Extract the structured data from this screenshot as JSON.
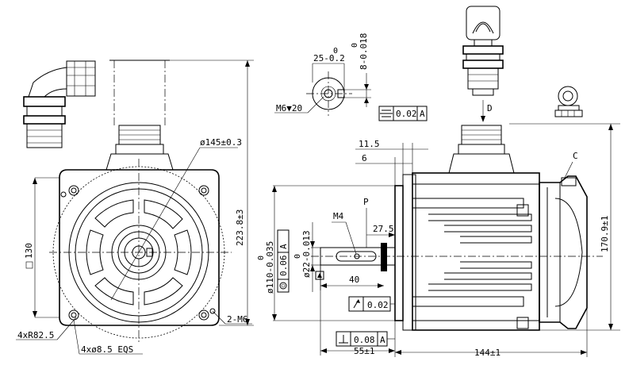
{
  "front_view": {
    "dia_145": "ø145±0.3",
    "height_223": "223.8±3",
    "square_130": "130",
    "radius_82": "4xR82.5",
    "holes_85": "4xø8.5  EQS",
    "thread_m6": "2-M6"
  },
  "shaft_end": {
    "dim_25": "25-0.2",
    "dim_25_zero": "0",
    "dim_8": "8-0.018",
    "dim_8_zero": "0",
    "thread": "M6▼20",
    "symmetry_tol": "0.02",
    "symmetry_ref": "A"
  },
  "side_view": {
    "dim_11_5": "11.5",
    "dim_6": "6",
    "label_m4": "M4",
    "label_p": "P",
    "label_c": "C",
    "label_d": "D",
    "dim_27_5": "27.5",
    "dim_40": "40",
    "dim_55": "55±1",
    "dim_144": "144±1",
    "dim_170": "170.9±1",
    "dia_110": "ø110-0.035",
    "dia_110_zero": "0",
    "dia_110_tol": "0.06",
    "dia_110_ref": "A",
    "dia_22": "ø22-0.013",
    "dia_22_zero": "0",
    "runout_tol": "0.02",
    "perp_tol": "0.08",
    "perp_ref": "A",
    "datum_label": "A"
  },
  "colors": {
    "ink": "#000000",
    "paper": "#ffffff"
  }
}
